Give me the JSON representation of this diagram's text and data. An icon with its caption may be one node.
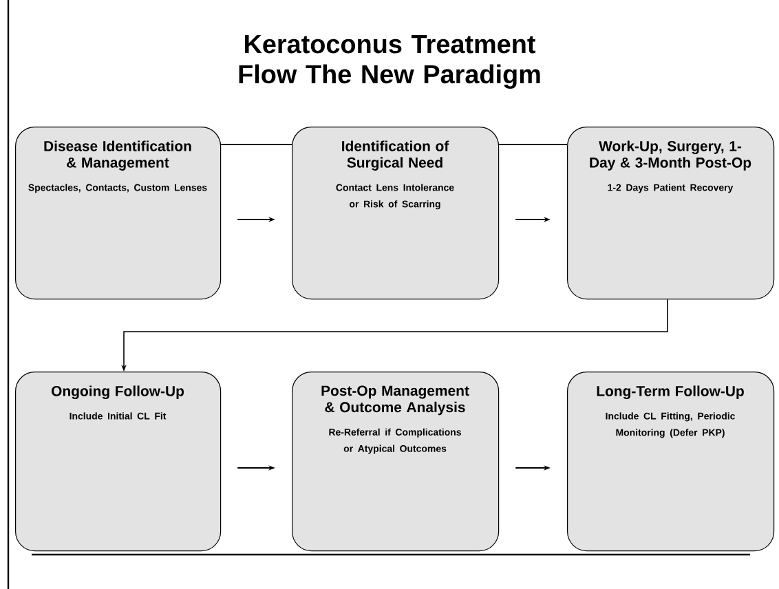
{
  "diagram": {
    "title": "Keratoconus Treatment Flow The New Paradigm",
    "nodes": [
      {
        "text": [
          "Disease Identification & Management",
          "Spectacles, Contacts, Custom Lenses"
        ]
      },
      {
        "text": [
          "Identification of Surgical Need",
          "Contact Lens Intolerance or Risk of Scarring"
        ]
      },
      {
        "text": [
          "Work-Up, Surgery, 1-Day & 3-Month Post-Op",
          "1-2 Days Patient Recovery"
        ]
      },
      {
        "text": [
          "Ongoing Follow-Up",
          "Include Initial CL Fit"
        ]
      },
      {
        "text": [
          "Post-Op Management & Outcome Analysis",
          "Re-Referral if Complications or Atypical Outcomes"
        ]
      },
      {
        "text": [
          "Long-Term Follow-Up",
          "Include CL Fitting, Periodic Monitoring (Defer PKP)"
        ]
      }
    ],
    "edges": [
      {
        "from": 0,
        "to": 1,
        "arrow": "to"
      },
      {
        "from": 1,
        "to": 2,
        "arrow": "to"
      },
      {
        "from": 2,
        "to": 3,
        "arrow": "to"
      },
      {
        "from": 3,
        "to": 4,
        "arrow": "to"
      },
      {
        "from": 4,
        "to": 5,
        "arrow": "to"
      },
      {
        "from": 0,
        "to": 1,
        "arrow": "none"
      },
      {
        "from": 1,
        "to": 2,
        "arrow": "none"
      }
    ]
  }
}
